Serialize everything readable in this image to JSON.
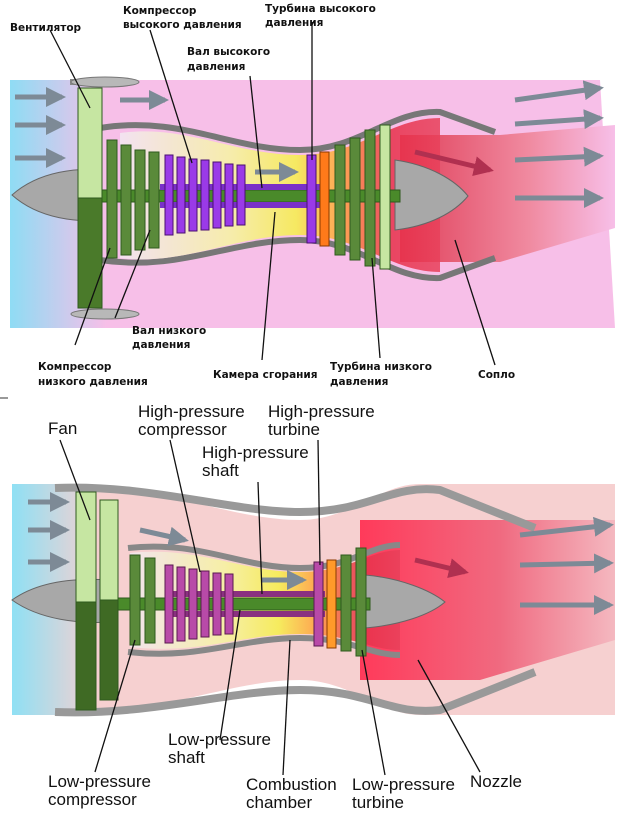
{
  "diagram_ru": {
    "labels": {
      "fan": "Вентилятор",
      "hp_compressor_1": "Компрессор",
      "hp_compressor_2": "высокого давления",
      "hp_turbine_1": "Турбина высокого",
      "hp_turbine_2": "давления",
      "hp_shaft_1": "Вал высокого",
      "hp_shaft_2": "давления",
      "lp_shaft_1": "Вал низкого",
      "lp_shaft_2": "давления",
      "lp_compressor_1": "Компрессор",
      "lp_compressor_2": "низкого давления",
      "combustion_chamber": "Камера сгорания",
      "lp_turbine_1": "Турбина низкого",
      "lp_turbine_2": "давления",
      "nozzle": "Сопло"
    }
  },
  "diagram_en": {
    "labels": {
      "fan": "Fan",
      "hp_compressor_1": "High-pressure",
      "hp_compressor_2": "compressor",
      "hp_turbine_1": "High-pressure",
      "hp_turbine_2": "turbine",
      "hp_shaft_1": "High-pressure",
      "hp_shaft_2": "shaft",
      "lp_shaft_1": "Low-pressure",
      "lp_shaft_2": "shaft",
      "lp_compressor_1": "Low-pressure",
      "lp_compressor_2": "compressor",
      "combustion_chamber_1": "Combustion",
      "combustion_chamber_2": "chamber",
      "lp_turbine_1": "Low-pressure",
      "lp_turbine_2": "turbine",
      "nozzle": "Nozzle"
    }
  },
  "colors": {
    "intake_blue": "#8fdcf4",
    "bypass_pink": "#f7bfe8",
    "bypass_pink_en": "#f6d0d0",
    "exhaust_red": "#e84a6a",
    "combustion_yellow": "#f6f04a",
    "fan_green_dark": "#2f5a1e",
    "fan_green_light": "#c6e6a2",
    "hp_purple": "#8a2be2",
    "hp_magenta": "#a8389a",
    "turbine_orange": "#ff7a1a",
    "cone_gray": "#a8a8a8",
    "arrow_gray": "#7d8a96",
    "casing_gray": "#9a9a9a"
  }
}
